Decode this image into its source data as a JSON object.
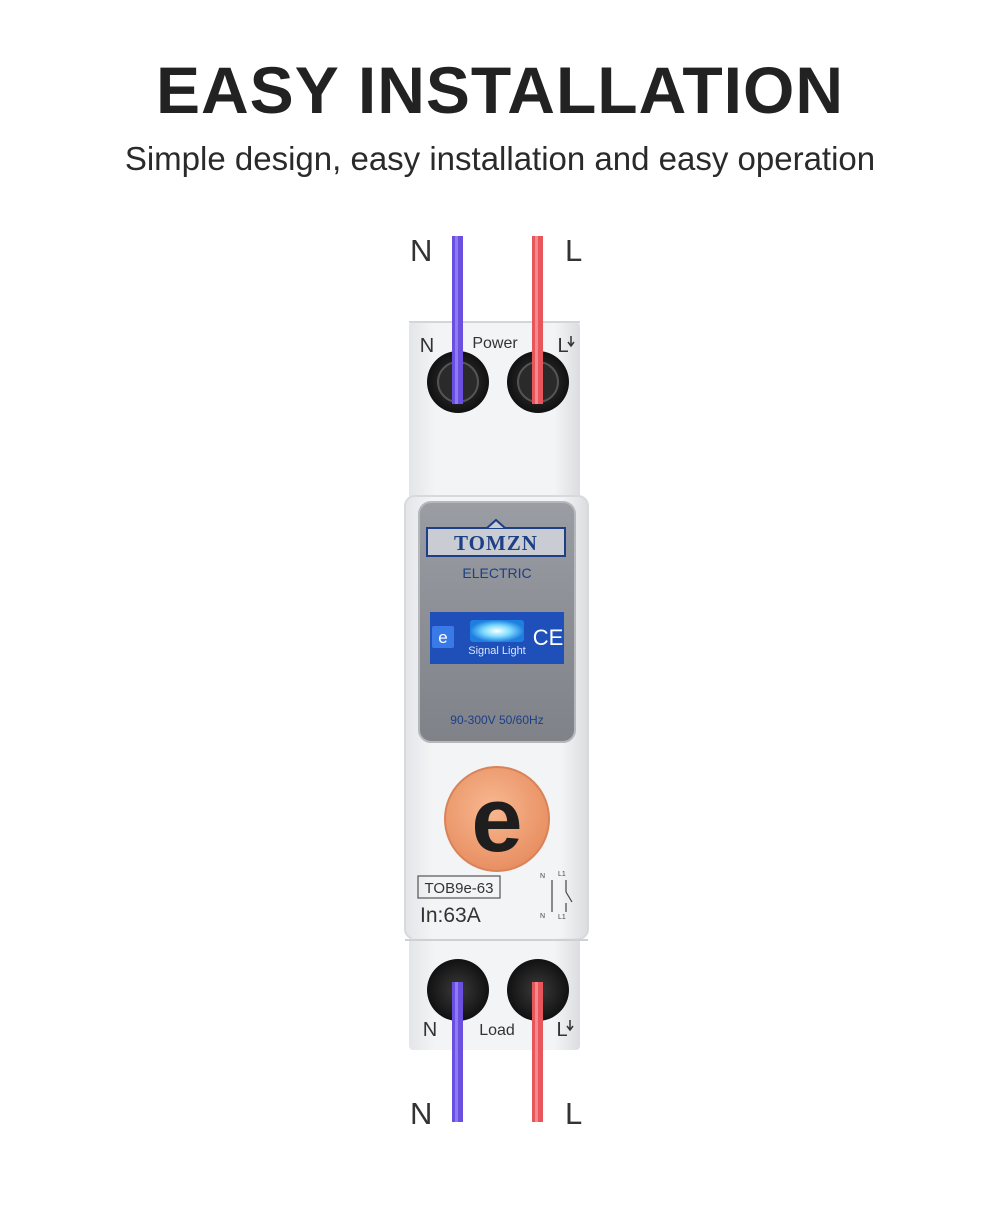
{
  "heading": "EASY INSTALLATION",
  "subheading": "Simple design, easy installation and easy operation",
  "wires": {
    "top_neutral_label": "N",
    "top_live_label": "L",
    "bottom_neutral_label": "N",
    "bottom_live_label": "L",
    "neutral_color": "#6a4fe0",
    "live_color": "#e8555a"
  },
  "device": {
    "top_terminal_n": "N",
    "top_terminal_title": "Power",
    "top_terminal_l": "L",
    "brand": "TOMZN",
    "brand_sub": "ELECTRIC",
    "signal_logo": "e",
    "signal_label": "Signal Light",
    "ce_mark": "CE",
    "voltage": "90-300V 50/60Hz",
    "button_glyph": "e",
    "model": "TOB9e-63",
    "rating": "In:63A",
    "schematic_n1": "N",
    "schematic_l1": "L1",
    "schematic_n2": "N",
    "schematic_l2": "L1",
    "bottom_terminal_n": "N",
    "bottom_terminal_title": "Load",
    "bottom_terminal_l": "L",
    "button_color": "#f4a57a",
    "panel_blue": "#1f4fb8"
  }
}
